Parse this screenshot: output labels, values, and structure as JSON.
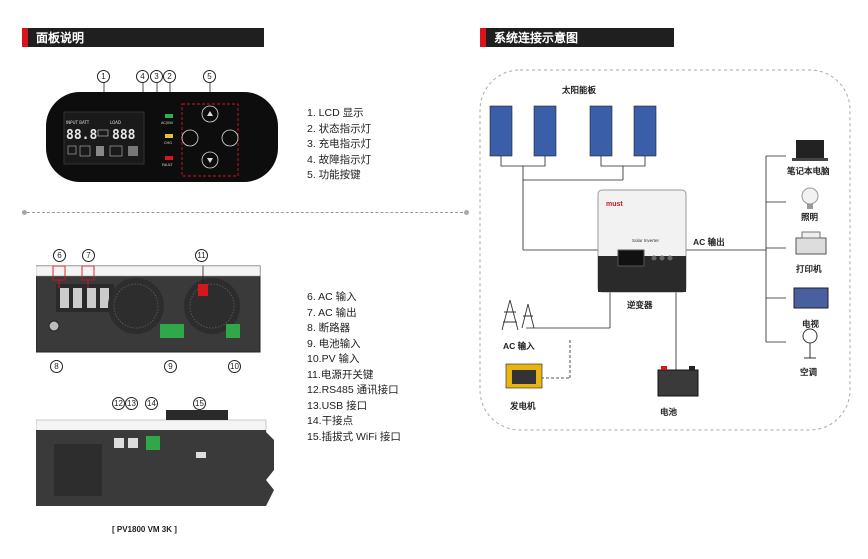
{
  "left_section": {
    "title": "面板说明"
  },
  "right_section": {
    "title": "系统连接示意图"
  },
  "front_panel": {
    "callouts": [
      "1",
      "4",
      "3",
      "2",
      "5"
    ],
    "labels": {
      "ac_inv": "AC/INV",
      "chg": "CHG",
      "fault": "FAULT"
    },
    "legend": [
      "1.  LCD 显示",
      "2.  状态指示灯",
      "3.  充电指示灯",
      "4.  故障指示灯",
      "5.  功能按键"
    ]
  },
  "bottom_panel": {
    "callouts": [
      "6",
      "7",
      "11",
      "8",
      "9",
      "10"
    ],
    "legend": [
      "6.  AC 输入",
      "7.  AC 输出",
      "8.  断路器",
      "9.  电池输入",
      "10.PV 输入",
      "11.电源开关键",
      "12.RS485 通讯接口",
      "13.USB 接口",
      "14.干接点",
      "15.插拔式 WiFi 接口"
    ]
  },
  "side_panel": {
    "callouts": [
      "12",
      "13",
      "14",
      "15"
    ]
  },
  "model_caption": "[ PV1800 VM 3K ]",
  "system": {
    "solar_panel": "太阳能板",
    "inverter": "逆变器",
    "inverter_brand": "must",
    "inverter_model": "Solar Inverter",
    "ac_output": "AC 输出",
    "ac_input": "AC 输入",
    "generator": "发电机",
    "battery": "电池",
    "loads": [
      "笔记本电脑",
      "照明",
      "打印机",
      "电视",
      "空调"
    ]
  },
  "colors": {
    "accent": "#d8141f",
    "header": "#1f1f1f"
  }
}
